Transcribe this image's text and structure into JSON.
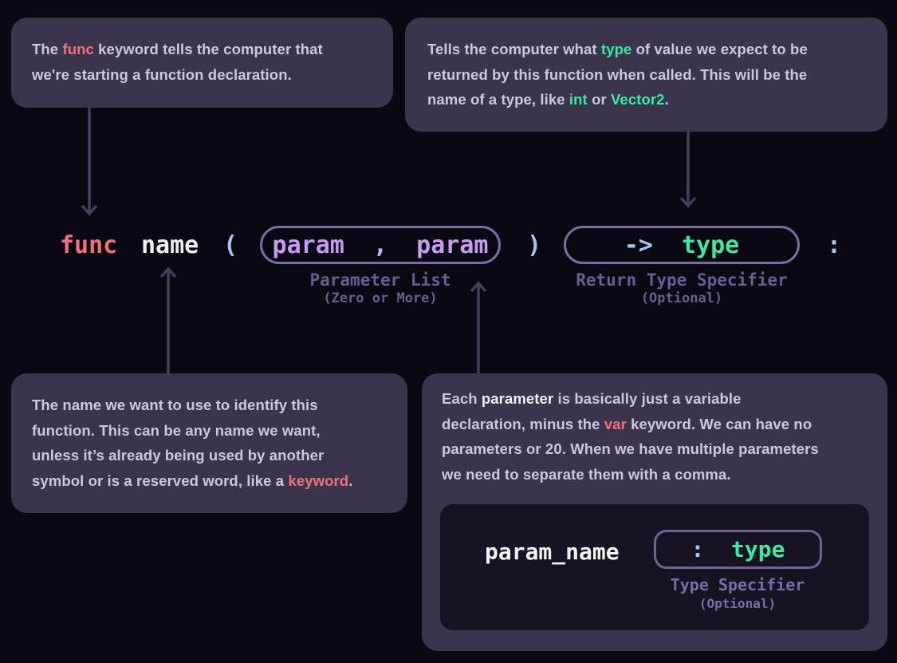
{
  "diagram_title": "GDScript function declaration syntax diagram",
  "colors": {
    "background": "#0a0813",
    "callout_bg": "#3a344d",
    "inner_code_bg": "#171322",
    "body_text": "#cbc9e2",
    "keyword_coral": "#f3707b",
    "type_green": "#3ee9a1",
    "punctuation_blue": "#a6c2f3",
    "param_purple": "#c69bf0",
    "label_purple": "#6b5c92",
    "pill_border": "#7b6ca4",
    "arrow": "#453e5d"
  },
  "callouts": {
    "func_keyword": {
      "segments": [
        {
          "t": "The "
        },
        {
          "t": "func",
          "c": "coral"
        },
        {
          "t": " keyword tells the computer that\nwe're starting a function declaration."
        }
      ]
    },
    "return_type": {
      "segments": [
        {
          "t": "Tells the computer what "
        },
        {
          "t": "type",
          "c": "green"
        },
        {
          "t": " of value we expect to be\nreturned by this function when called. This will be the\nname of a type, like "
        },
        {
          "t": "int",
          "c": "green"
        },
        {
          "t": " or "
        },
        {
          "t": "Vector2",
          "c": "green"
        },
        {
          "t": "."
        }
      ]
    },
    "function_name": {
      "segments": [
        {
          "t": "The name we want to use to identify this\nfunction. This can be any name we want,\nunless it’s already being used by another\nsymbol or is a reserved word, like a "
        },
        {
          "t": "keyword",
          "c": "coral"
        },
        {
          "t": "."
        }
      ]
    },
    "parameters": {
      "segments": [
        {
          "t": "Each "
        },
        {
          "t": "parameter",
          "c": "white"
        },
        {
          "t": " is basically just a variable\ndeclaration, minus the "
        },
        {
          "t": "var",
          "c": "coral"
        },
        {
          "t": " keyword. We can have no\nparameters or 20. When we have multiple parameters\nwe need to separate them with a comma."
        }
      ]
    }
  },
  "code": {
    "func": "func",
    "name": "name",
    "open_paren": "(",
    "param1": "param",
    "comma": ",",
    "param2": "param",
    "close_paren": ")",
    "return_arrow": "->",
    "type": "type",
    "colon": ":",
    "param_list_label": "Parameter List",
    "param_list_sub": "(Zero or More)",
    "return_label": "Return Type Specifier",
    "return_sub": "(Optional)"
  },
  "param_detail": {
    "param_name": "param_name",
    "colon": ":",
    "type": "type",
    "label": "Type Specifier",
    "sub": "(Optional)"
  }
}
